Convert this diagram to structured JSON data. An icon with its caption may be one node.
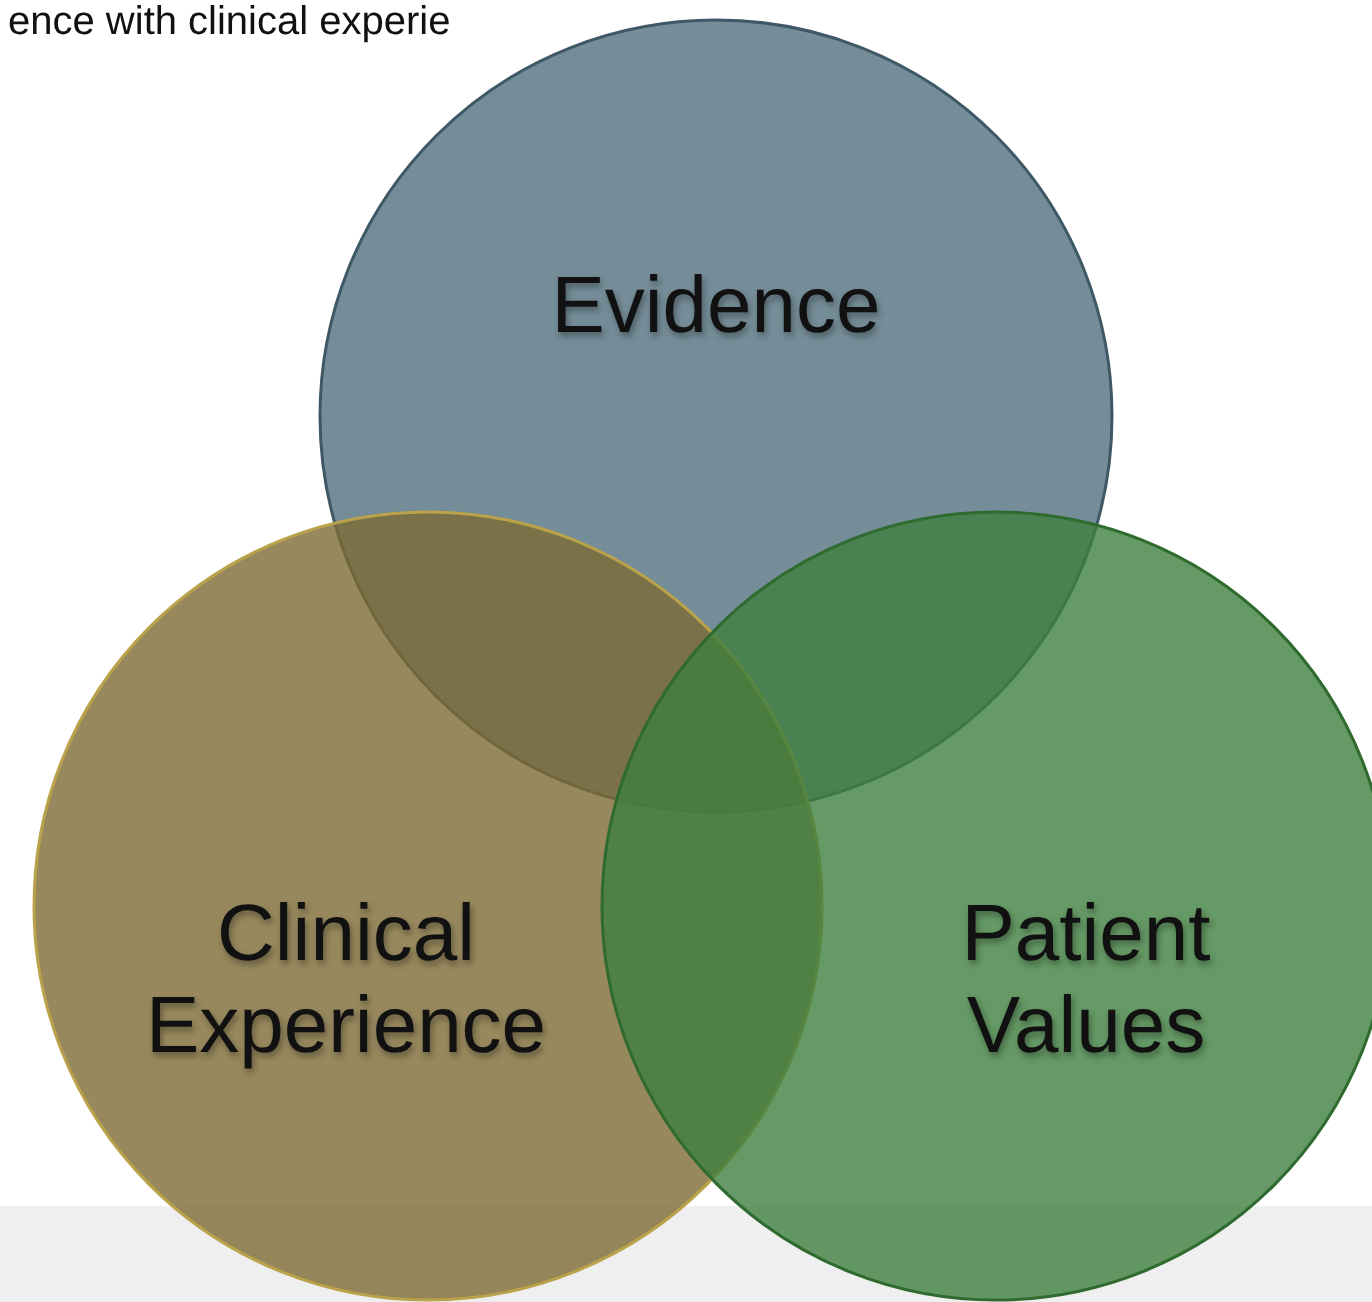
{
  "diagram": {
    "nodes": [
      {
        "text": [
          "Evidence"
        ]
      },
      {
        "text": [
          "Clinical Experience"
        ]
      },
      {
        "text": [
          "Patient Values"
        ]
      }
    ],
    "labels": [
      "ence with clinical experie"
    ]
  }
}
